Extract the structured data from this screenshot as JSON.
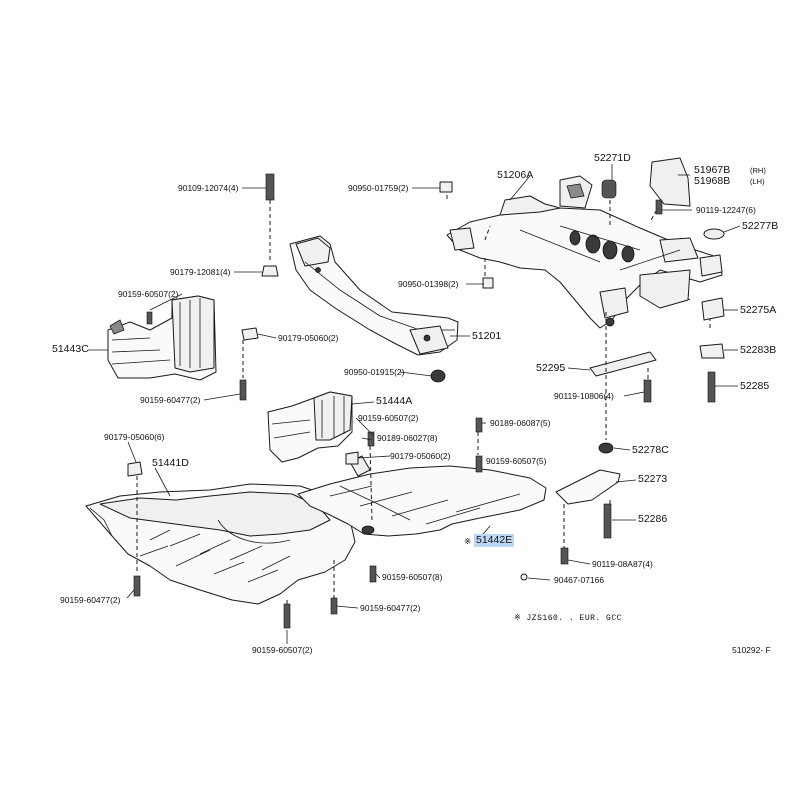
{
  "labels": {
    "p90109": "90109-12074(4)",
    "p90179a": "90179-12081(4)",
    "p90950a": "90950-01759(2)",
    "p51206": "51206A",
    "p52271": "52271D",
    "p51967": "51967B",
    "p51967s": "(RH)",
    "p51968": "51968B",
    "p51968s": "(LH)",
    "p90119a": "90119-12247(6)",
    "p52277": "52277B",
    "p90950b": "90950-01398(2)",
    "p90159a": "90159-60507(2)",
    "p51443": "51443C",
    "p90179b": "90179-05060(2)",
    "p51201": "51201",
    "p52275": "52275A",
    "p90950c": "90950-01915(2)",
    "p52295": "52295",
    "p52283": "52283B",
    "p90159b": "90159-60477(2)",
    "p51444": "51444A",
    "p90119b": "90119-10806(4)",
    "p52285": "52285",
    "p90159c": "90159-60507(2)",
    "p90179c": "90179-05060(6)",
    "p90189a": "90189-06027(8)",
    "p90189b": "90189-06087(5)",
    "p52278": "52278C",
    "p51441": "51441D",
    "p90179d": "90179-05060(2)",
    "p90159d": "90159-60507(5)",
    "p52273": "52273",
    "p52286": "52286",
    "p51442": "51442E",
    "p51442mark": "※",
    "p90119c": "90119-08A87(4)",
    "p90467": "90467-07166",
    "p90159e": "90159-60477(2)",
    "p90159f": "90159-60507(8)",
    "p90159g": "90159-60477(2)",
    "p90159h": "90159-60507(2)",
    "note": "※  JZS160. . EUR. GCC",
    "diagram_id": "510292- F"
  },
  "colors": {
    "highlight": "#bcd7f5",
    "ink": "#1a1a1a"
  }
}
